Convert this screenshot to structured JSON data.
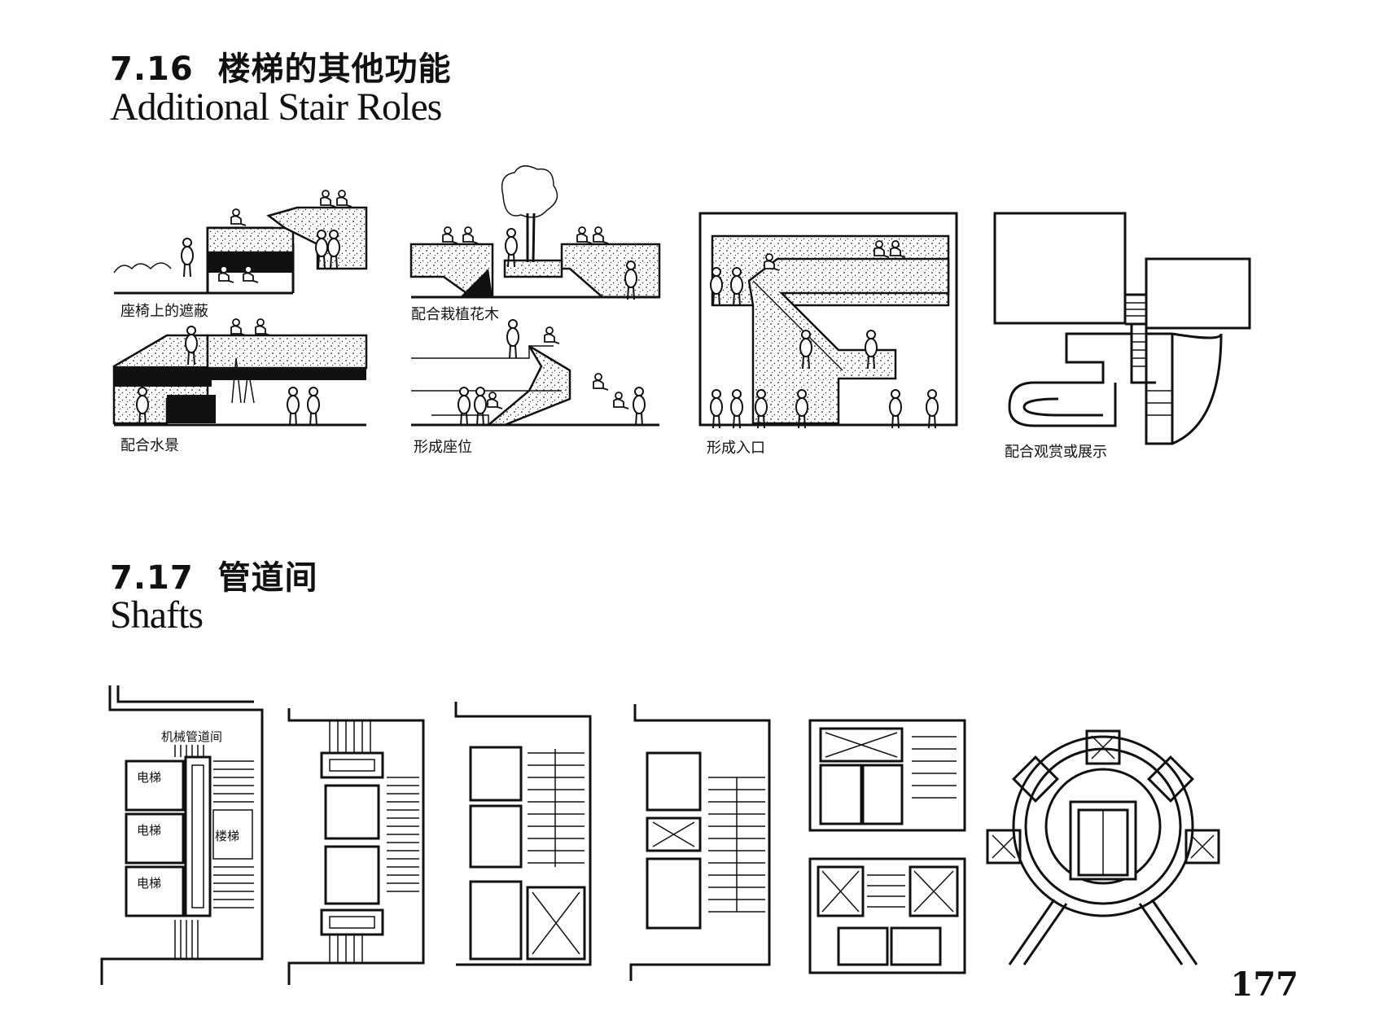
{
  "sections": [
    {
      "number": "7.16",
      "title_cn": "楼梯的其他功能",
      "title_en": "Additional Stair Roles"
    },
    {
      "number": "7.17",
      "title_cn": "管道间",
      "title_en": "Shafts"
    }
  ],
  "stair_captions": {
    "seat_shelter": "座椅上的遮蔽",
    "planting": "配合栽植花木",
    "water": "配合水景",
    "seating": "形成座位",
    "entrance": "形成入口",
    "viewing": "配合观赏或展示"
  },
  "shaft_labels": {
    "mech_shaft": "机械管道间",
    "elevator": "电梯",
    "stair": "楼梯"
  },
  "page_number": "177"
}
